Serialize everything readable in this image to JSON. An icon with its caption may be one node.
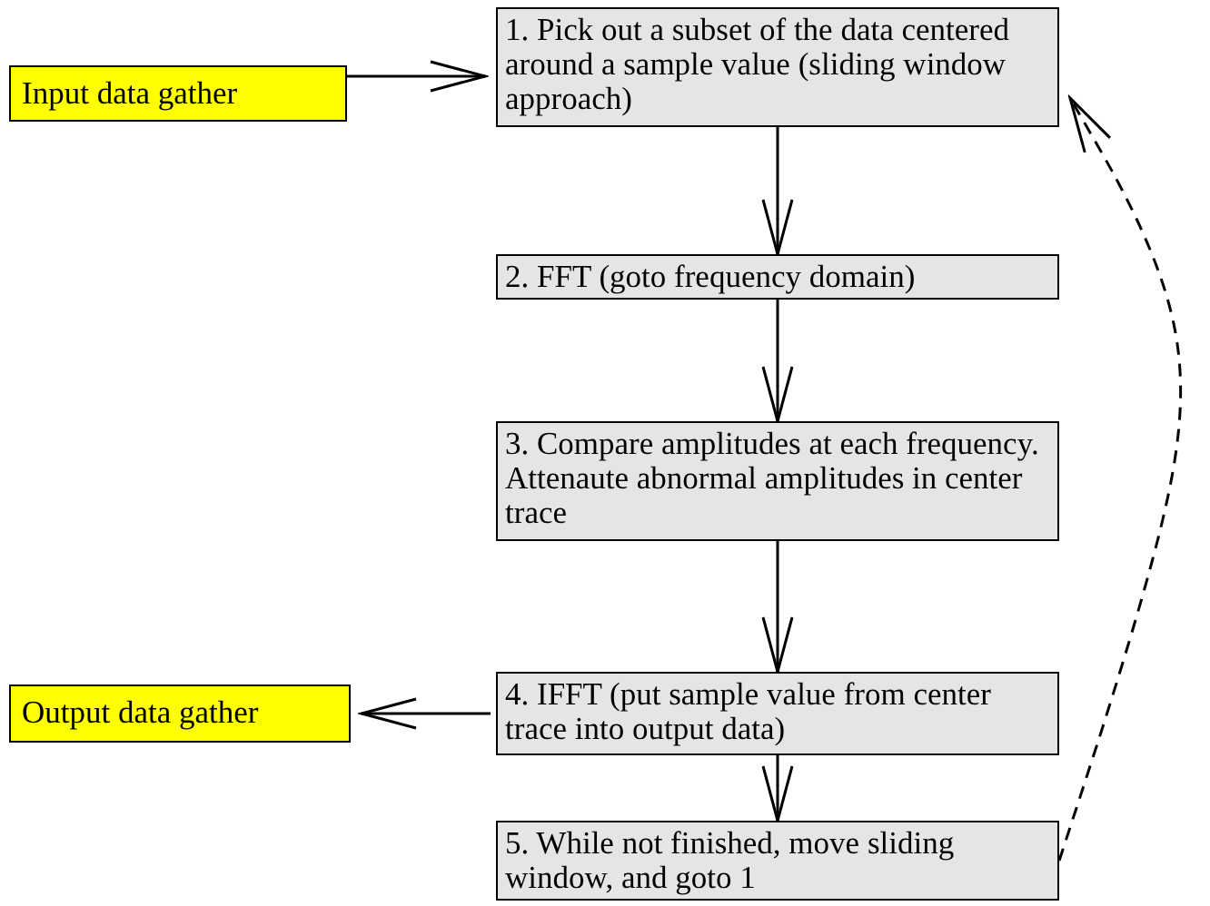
{
  "diagram": {
    "nodes": [
      {
        "text": [
          "Input data gather"
        ]
      },
      {
        "text": [
          "1. Pick out a subset of the data centered around a sample value (sliding window approach)"
        ]
      },
      {
        "text": [
          "2. FFT (goto frequency domain)"
        ]
      },
      {
        "text": [
          "3. Compare amplitudes at each frequency. Attenaute abnormal amplitudes in center trace"
        ]
      },
      {
        "text": [
          "4. IFFT (put sample value from center trace into output data)"
        ]
      },
      {
        "text": [
          "Output data gather"
        ]
      },
      {
        "text": [
          "5. While not finished, move sliding window, and goto 1"
        ]
      }
    ],
    "edges": [
      {
        "from": 0,
        "to": 1,
        "arrow": "to"
      },
      {
        "from": 1,
        "to": 2,
        "arrow": "to"
      },
      {
        "from": 2,
        "to": 3,
        "arrow": "to"
      },
      {
        "from": 3,
        "to": 4,
        "arrow": "to"
      },
      {
        "from": 4,
        "to": 5,
        "arrow": "to"
      },
      {
        "from": 4,
        "to": 6,
        "arrow": "to"
      },
      {
        "from": 6,
        "to": 1,
        "arrow": "to",
        "style": "dashed"
      }
    ]
  }
}
